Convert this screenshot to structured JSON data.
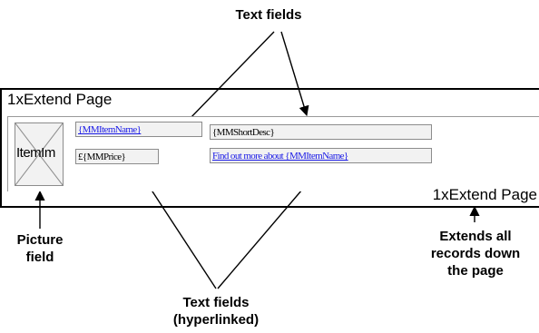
{
  "callouts": {
    "text_fields": "Text fields",
    "picture_field": [
      "Picture",
      "field"
    ],
    "extends": [
      "Extends all",
      "records down",
      "the page"
    ],
    "hyperlinked": [
      "Text fields",
      "(hyperlinked)"
    ]
  },
  "region": {
    "title": "1xExtend Page",
    "bottom_label": "1xExtend Page"
  },
  "fields": {
    "item_name": "{MMItemName}",
    "short_desc": "{MMShortDesc}",
    "price": "£{MMPrice}",
    "find_out_more": "Find out more about {MMItemName}"
  },
  "picture": {
    "label": "ItemIm",
    "icon": "picture-placeholder-icon"
  }
}
